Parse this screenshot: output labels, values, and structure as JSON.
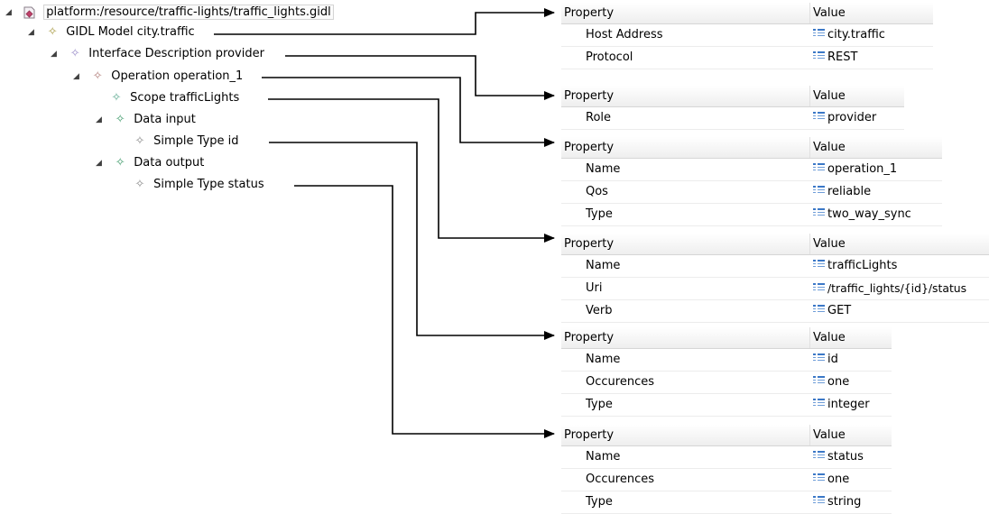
{
  "tree": {
    "root": {
      "label": "platform:/resource/traffic-lights/traffic_lights.gidl",
      "icon": "gidl-file-icon"
    },
    "nodes": [
      {
        "label": "GIDL Model city.traffic",
        "icon": "model-diamond-icon",
        "color": "#a89a42"
      },
      {
        "label": "Interface Description provider",
        "icon": "interface-diamond-icon",
        "color": "#9a8cc8"
      },
      {
        "label": "Operation operation_1",
        "icon": "operation-diamond-icon",
        "color": "#b07c78"
      },
      {
        "label": "Scope trafficLights",
        "icon": "scope-diamond-icon",
        "color": "#5aa88e"
      },
      {
        "label": "Data input",
        "icon": "data-diamond-icon",
        "color": "#3f9a6a"
      },
      {
        "label": "Simple Type id",
        "icon": "type-diamond-icon",
        "color": "#8a8a8a"
      },
      {
        "label": "Data output",
        "icon": "data-diamond-icon",
        "color": "#3f9a6a"
      },
      {
        "label": "Simple Type status",
        "icon": "type-diamond-icon",
        "color": "#8a8a8a"
      }
    ]
  },
  "tables": [
    {
      "header": [
        "Property",
        "Value"
      ],
      "rows": [
        [
          "Host Address",
          "city.traffic"
        ],
        [
          "Protocol",
          "REST"
        ]
      ]
    },
    {
      "header": [
        "Property",
        "Value"
      ],
      "rows": [
        [
          "Role",
          "provider"
        ]
      ]
    },
    {
      "header": [
        "Property",
        "Value"
      ],
      "rows": [
        [
          "Name",
          "operation_1"
        ],
        [
          "Qos",
          "reliable"
        ],
        [
          "Type",
          "two_way_sync"
        ]
      ]
    },
    {
      "header": [
        "Property",
        "Value"
      ],
      "rows": [
        [
          "Name",
          "trafficLights"
        ],
        [
          "Uri",
          "/traffic_lights/{id}/status"
        ],
        [
          "Verb",
          "GET"
        ]
      ]
    },
    {
      "header": [
        "Property",
        "Value"
      ],
      "rows": [
        [
          "Name",
          "id"
        ],
        [
          "Occurences",
          "one"
        ],
        [
          "Type",
          "integer"
        ]
      ]
    },
    {
      "header": [
        "Property",
        "Value"
      ],
      "rows": [
        [
          "Name",
          "status"
        ],
        [
          "Occurences",
          "one"
        ],
        [
          "Type",
          "string"
        ]
      ]
    }
  ],
  "colors": {
    "connector": "#000000",
    "row_divider": "#ececec",
    "header_bg": "#eeeeee"
  }
}
